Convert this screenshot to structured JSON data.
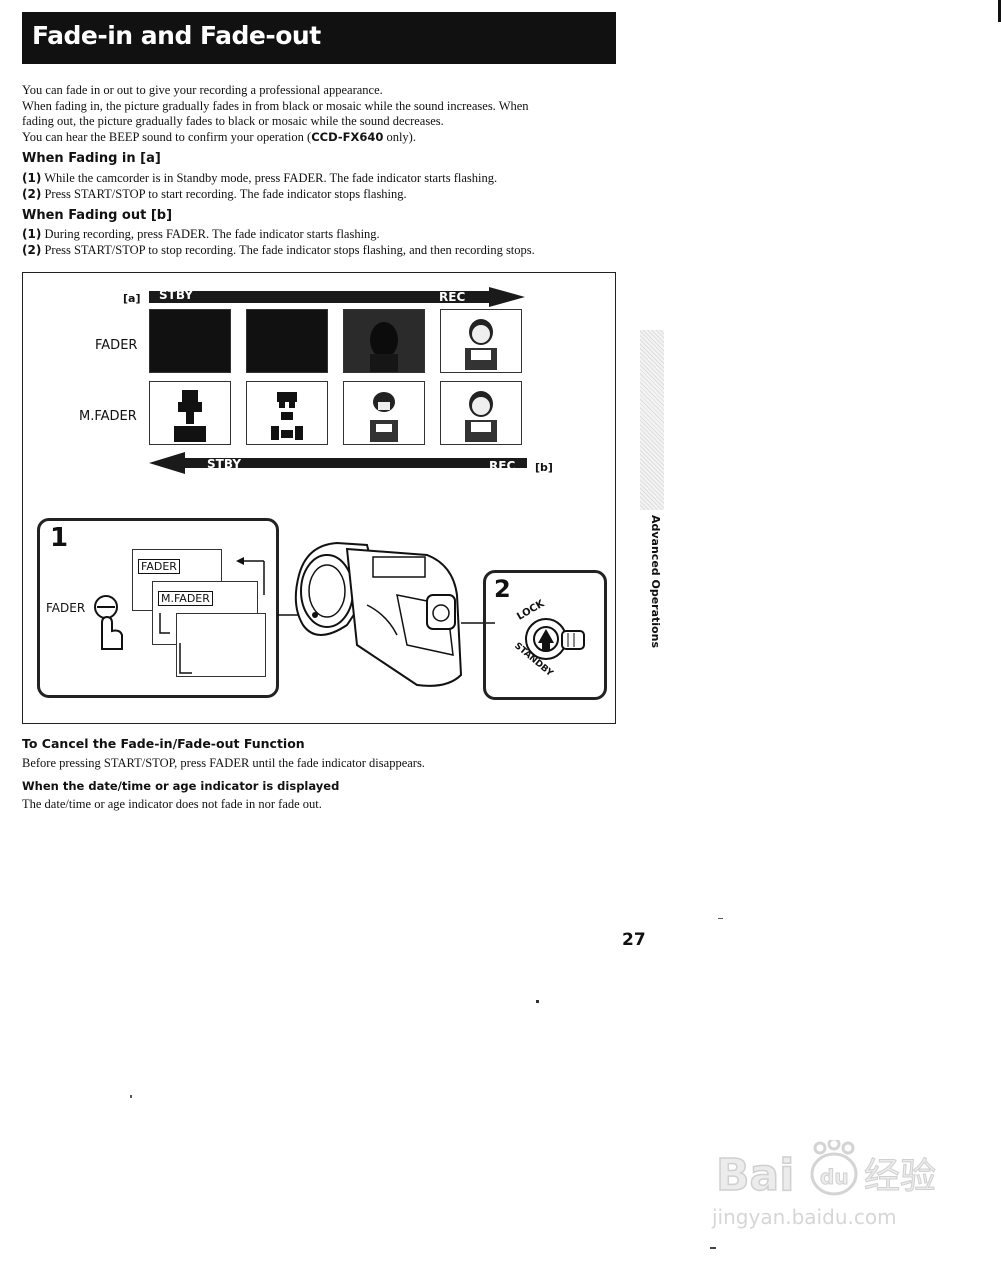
{
  "title": "Fade-in and Fade-out",
  "intro": [
    "You can fade in or out to give your recording a professional appearance.",
    "When fading in, the picture gradually fades in from black or mosaic while the sound increases. When",
    "fading out, the picture gradually fades to black or mosaic while the sound decreases.",
    "You can hear the BEEP sound to confirm your operation ("
  ],
  "intro_model": "CCD-FX640",
  "intro_end": " only).",
  "fade_in": {
    "heading": "When Fading in [a]",
    "steps": [
      {
        "num": "(1)",
        "text": " While the camcorder is in Standby mode, press FADER. The fade indicator starts flashing."
      },
      {
        "num": "(2)",
        "text": " Press START/STOP to start recording. The fade indicator stops flashing."
      }
    ]
  },
  "fade_out": {
    "heading": "When Fading out [b]",
    "steps": [
      {
        "num": "(1)",
        "text": " During recording, press FADER. The fade indicator starts flashing."
      },
      {
        "num": "(2)",
        "text": " Press START/STOP to stop recording. The fade indicator stops flashing, and then recording stops."
      }
    ]
  },
  "figure": {
    "label_a": "[a]",
    "label_b": "[b]",
    "arrow_top_start": "STBY",
    "arrow_top_end": "REC",
    "arrow_bottom_start": "STBY",
    "arrow_bottom_end": "REC",
    "row1_label": "FADER",
    "row2_label": "M.FADER",
    "panel1_num": "1",
    "panel1_button": "FADER",
    "panel1_screen1": "FADER",
    "panel1_screen2": "M.FADER",
    "panel2_num": "2",
    "panel2_lock": "LOCK",
    "panel2_standby": "STANDBY"
  },
  "cancel": {
    "heading": "To Cancel the Fade-in/Fade-out Function",
    "text": "Before pressing START/STOP, press FADER until the fade indicator disappears."
  },
  "date_note": {
    "heading": "When the date/time or age indicator is displayed",
    "text": "The date/time or age indicator does not fade in nor fade out."
  },
  "side_tab": "Advanced Operations",
  "page_number": "27",
  "watermark": {
    "logo": "Bai du 经验",
    "url": "jingyan.baidu.com"
  }
}
